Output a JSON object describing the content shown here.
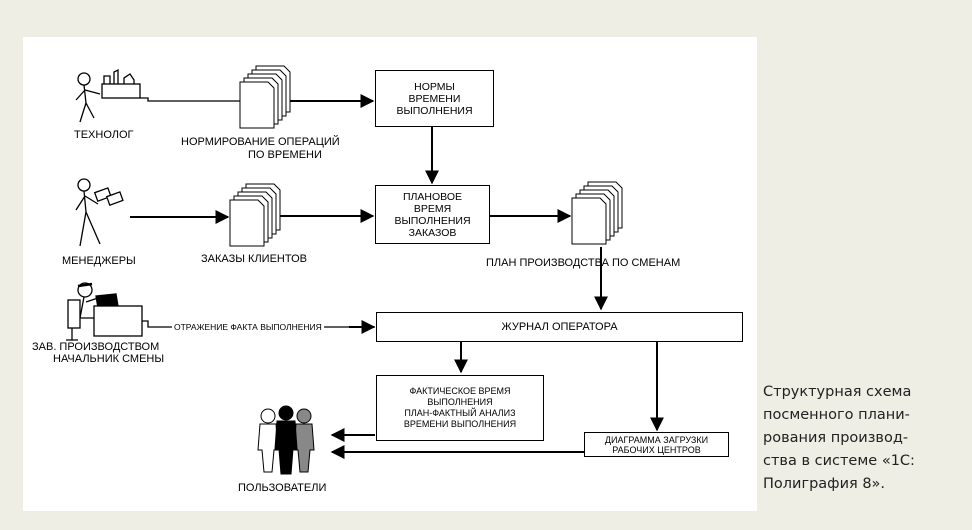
{
  "diagram": {
    "actors": {
      "technologist": "ТЕХНОЛОГ",
      "managers": "МЕНЕДЖЕРЫ",
      "supervisor_line1": "ЗАВ. ПРОИЗВОДСТВОМ",
      "supervisor_line2": "НАЧАЛЬНИК СМЕНЫ",
      "users": "ПОЛЬЗОВАТЕЛИ"
    },
    "documents": {
      "op_norming_line1": "НОРМИРОВАНИЕ ОПЕРАЦИЙ",
      "op_norming_line2": "ПО ВРЕМЕНИ",
      "client_orders": "ЗАКАЗЫ КЛИЕНТОВ",
      "shift_plan": "ПЛАН ПРОИЗВОДСТВА ПО СМЕНАМ"
    },
    "boxes": {
      "time_norms": "НОРМЫ\nВРЕМЕНИ\nВЫПОЛНЕНИЯ",
      "planned_time": "ПЛАНОВОЕ\nВРЕМЯ\nВЫПОЛНЕНИЯ\nЗАКАЗОВ",
      "operator_log": "ЖУРНАЛ ОПЕРАТОРА",
      "actual_time": "ФАКТИЧЕСКОЕ ВРЕМЯ\nВЫПОЛНЕНИЯ\nПЛАН-ФАКТНЫЙ АНАЛИЗ\nВРЕМЕНИ ВЫПОЛНЕНИЯ",
      "load_chart": "ДИАГРАММА ЗАГРУЗКИ\nРАБОЧИХ ЦЕНТРОВ"
    },
    "flow_labels": {
      "fact_reflection": "ОТРАЖЕНИЕ ФАКТА ВЫПОЛНЕНИЯ"
    }
  },
  "caption": "Структурная схема\nпосменного плани-\nрования производ-\nства в системе «1С:\nПолиграфия 8»."
}
